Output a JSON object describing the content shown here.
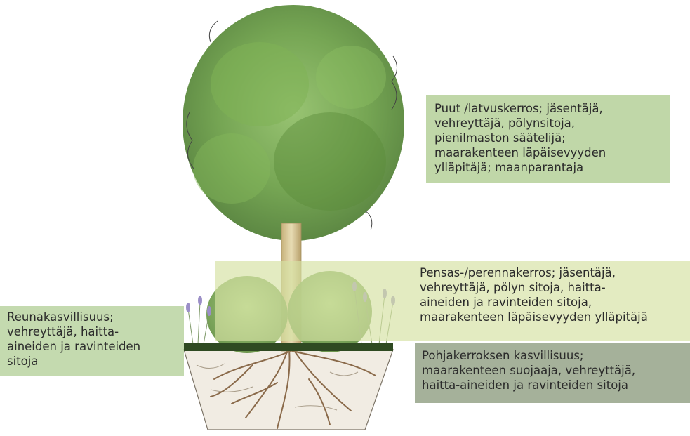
{
  "colors": {
    "canopy_box": "#a7c786",
    "shrub_box": "#d5e1a3",
    "edge_box": "#b0cd94",
    "ground_box": "#98a68c",
    "foliage": "#6a9e45",
    "trunk": "#d9c89a",
    "roots": "#8a6a4a",
    "lavender": "#9b8fc7",
    "text": "#2b2b2b"
  },
  "labels": {
    "canopy": [
      "Puut /latvuskerros; jäsentäjä,",
      "vehreyttäjä, pölynsitoja,",
      "pienilmaston säätelijä;",
      "maarakenteen läpäisevyyden",
      "ylläpitäjä; maanparantaja"
    ],
    "shrub": [
      "Pensas-/perennakerros; jäsentäjä,",
      "vehreyttäjä, pölyn sitoja, haitta-",
      "aineiden ja ravinteiden sitoja,",
      "maarakenteen läpäisevyyden ylläpitäjä"
    ],
    "edge": [
      "Reunakasvillisuus;",
      "vehreyttäjä, haitta-",
      "aineiden ja ravinteiden",
      "sitoja"
    ],
    "ground": [
      "Pohjakerroksen kasvillisuus;",
      "maarakenteen suojaaja, vehreyttäjä,",
      "haitta-aineiden ja ravinteiden sitoja"
    ]
  },
  "illustration": {
    "subject": "tree-with-layered-planting",
    "icons": [
      "tree-canopy-icon",
      "tree-trunk-icon",
      "shrub-icon",
      "lavender-icon",
      "grass-layer-icon",
      "roots-icon",
      "soil-planter-icon"
    ]
  }
}
